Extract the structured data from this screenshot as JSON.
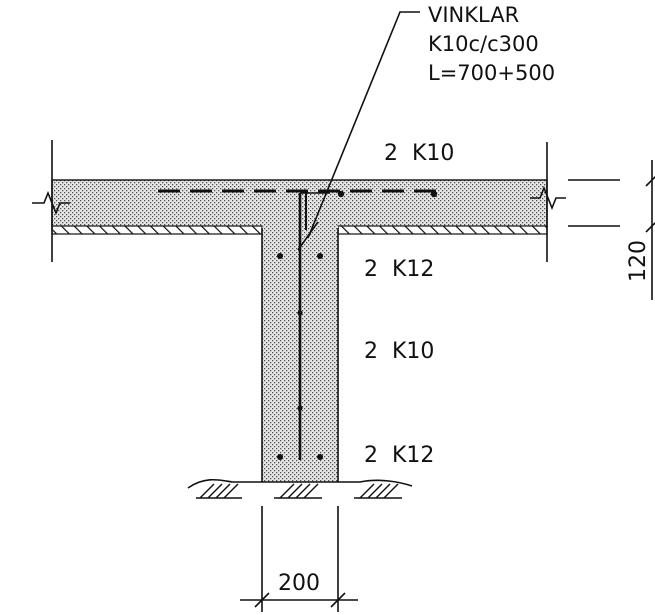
{
  "callout": {
    "line1": "VINKLAR",
    "line2": "K10c/c300",
    "line3": "L=700+500"
  },
  "rebar_labels": {
    "slab_top": "2  K10",
    "web_upper": "2  K12",
    "web_middle": "2  K10",
    "web_lower": "2  K12"
  },
  "dimensions": {
    "slab_thickness": "120",
    "web_width": "200"
  },
  "colors": {
    "ink": "#111111",
    "concrete_fill": "#c8c8c8"
  }
}
